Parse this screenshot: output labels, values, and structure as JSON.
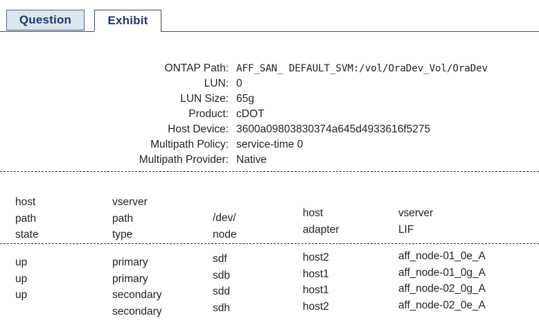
{
  "tabs": [
    {
      "id": "question",
      "label": "Question",
      "active": false
    },
    {
      "id": "exhibit",
      "label": "Exhibit",
      "active": true
    }
  ],
  "colors": {
    "tab_inactive_fill": "#dce6f1",
    "tab_active_fill": "#ffffff",
    "tab_border": "#3b4a63",
    "tab_text": "#1f3864",
    "body_text": "#231f20",
    "page_background": "#ffffff"
  },
  "lun_summary": {
    "rows": [
      {
        "label": "ONTAP Path:",
        "value": "AFF_SAN_ DEFAULT_SVM:/vol/OraDev_Vol/OraDev",
        "mono": true
      },
      {
        "label": "LUN:",
        "value": "0",
        "mono": false
      },
      {
        "label": "LUN Size:",
        "value": "65g",
        "mono": false
      },
      {
        "label": "Product:",
        "value": "cDOT",
        "mono": false
      },
      {
        "label": "Host Device:",
        "value": "3600a09803830374a645d4933616f5275",
        "mono": false
      },
      {
        "label": "Multipath Policy:",
        "value": "service-time 0",
        "mono": false
      },
      {
        "label": "Multipath Provider:",
        "value": "Native",
        "mono": false
      }
    ]
  },
  "path_table": {
    "columns": [
      {
        "key": "host_path_state",
        "header_lines": [
          "host",
          "path",
          "state"
        ],
        "values": [
          "up",
          "up",
          "up"
        ]
      },
      {
        "key": "vserver_path_type",
        "header_lines": [
          "vserver",
          "path",
          "type"
        ],
        "values": [
          "primary",
          "primary",
          "secondary",
          "secondary"
        ]
      },
      {
        "key": "dev_node",
        "header_lines": [
          "/dev/",
          "node"
        ],
        "values": [
          "sdf",
          "sdb",
          "sdd",
          "sdh"
        ]
      },
      {
        "key": "host_adapter",
        "header_lines": [
          "host",
          "adapter"
        ],
        "values": [
          "host2",
          "host1",
          "host1",
          "host2"
        ]
      },
      {
        "key": "vserver_lif",
        "header_lines": [
          "vserver",
          "LIF"
        ],
        "values": [
          "aff_node-01_0e_A",
          "aff_node-01_0g_A",
          "aff_node-02_0g_A",
          "aff_node-02_0e_A"
        ]
      }
    ]
  }
}
